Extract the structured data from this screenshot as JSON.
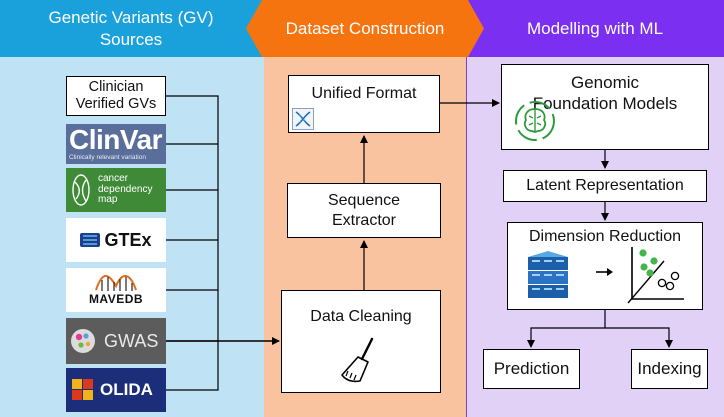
{
  "headers": {
    "sources": "Genetic Variants (GV) Sources",
    "dataset": "Dataset Construction",
    "modelling": "Modelling with ML"
  },
  "sources": {
    "clinician": "Clinician Verified GVs",
    "clinvar": "ClinVar",
    "clinvar_tagline": "Clinically relevant variation",
    "depmap": "cancer dependency map",
    "gtex": "GTEx",
    "mavedb": "MAVEDB",
    "gwas": "GWAS",
    "olida": "OLIDA"
  },
  "dataset": {
    "unified": "Unified Format",
    "extractor": "Sequence Extractor",
    "cleaning": "Data Cleaning"
  },
  "modelling": {
    "foundation": "Genomic Foundation Models",
    "latent": "Latent Representation",
    "reduction": "Dimension Reduction",
    "prediction": "Prediction",
    "indexing": "Indexing"
  },
  "colors": {
    "sources_header": "#1aa1dc",
    "dataset_header": "#f57410",
    "modelling_header": "#7b2ff0",
    "sources_bg": "#bfe3f5",
    "dataset_bg": "#f9c3a0",
    "modelling_bg": "#e2d1f7"
  },
  "icons": [
    "dna-icon",
    "brain-icon",
    "database-cube-icon",
    "scatter-plot-icon",
    "broom-icon",
    "arrow-right-icon"
  ]
}
